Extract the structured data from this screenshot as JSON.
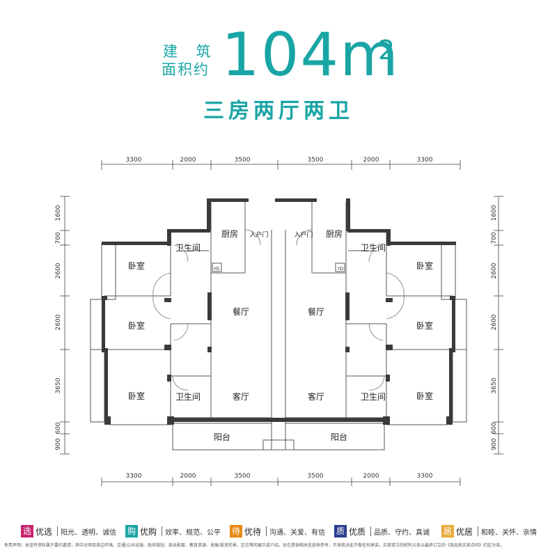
{
  "header": {
    "area_label_line1": "建 筑",
    "area_label_line2": "面积约",
    "area_value": "104m",
    "area_sup": "2",
    "layout": "三房两厅两卫"
  },
  "plan": {
    "dims_top": [
      "3300",
      "2000",
      "3500",
      "3500",
      "2000",
      "3300"
    ],
    "dims_bottom": [
      "3300",
      "2000",
      "3500",
      "3500",
      "2000",
      "3300"
    ],
    "dims_left": [
      "1600",
      "700",
      "2600",
      "2600",
      "3650",
      "600",
      "900"
    ],
    "dims_right": [
      "1600",
      "700",
      "2600",
      "2600",
      "3650",
      "600",
      "900"
    ],
    "rooms_left": {
      "kitchen": "厨房",
      "entry": "入户门",
      "bath_top": "卫生间",
      "bed1": "卧室",
      "bed2": "卧室",
      "bed3": "卧室",
      "dining": "餐厅",
      "living": "客厅",
      "bath_bottom": "卫生间",
      "balcony": "阳台",
      "shaft": "YD"
    },
    "rooms_right": {
      "kitchen": "厨房",
      "entry": "入户门",
      "bath_top": "卫生间",
      "bed1": "卧室",
      "bed2": "卧室",
      "bed3": "卧室",
      "dining": "餐厅",
      "living": "客厅",
      "bath_bottom": "卫生间",
      "balcony": "阳台",
      "shaft": "YD"
    }
  },
  "footer": {
    "features": [
      {
        "badge": "选",
        "name": "优选",
        "desc": "阳光、透明、诚信",
        "color": "#c8236e"
      },
      {
        "badge": "购",
        "name": "优购",
        "desc": "效率、规范、公平",
        "color": "#1aa5a5"
      },
      {
        "badge": "待",
        "name": "优待",
        "desc": "沟通、关爱、有信",
        "color": "#e88a12"
      },
      {
        "badge": "质",
        "name": "优质",
        "desc": "品质、守约、真诚",
        "color": "#2a3f8f"
      },
      {
        "badge": "居",
        "name": "优居",
        "desc": "和睦、关怀、亲情",
        "color": "#e8a93a"
      }
    ],
    "disclaimer": "免责声明：本宣传资料属于要约邀请，其中对项目周边环境、交通/公共设施、政府规划、商业配套、教育资源、发展/投资前景、区位等的展示或介绍，旨在提供相关信息供参考，开发商对此不做任何承诺，买卖双方的权利义务以最终订立的《商品房买卖合同》约定为准。"
  },
  "colors": {
    "accent": "#1aa5a5",
    "wall": "#3a3a3a",
    "dim": "#444444"
  }
}
